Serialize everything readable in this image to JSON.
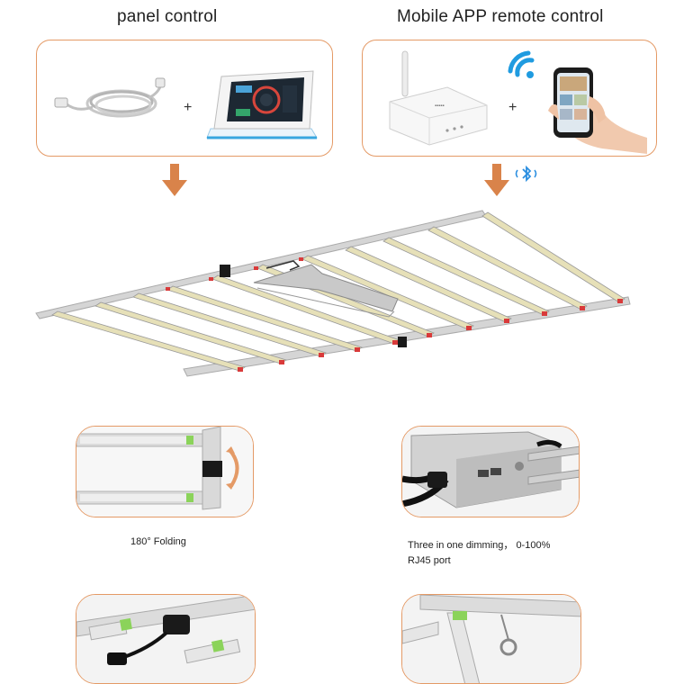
{
  "sections": {
    "left_title": "panel control",
    "right_title": "Mobile APP remote control"
  },
  "plus_symbol": "+",
  "features": [
    {
      "caption": "180° Folding"
    },
    {
      "caption_line1": "Three in one dimming， 0-100%",
      "caption_line2": "RJ45 port"
    }
  ],
  "colors": {
    "accent": "#e49a66",
    "arrow": "#d9834a",
    "bluetooth": "#2a8ee0",
    "led_strip": "#e6e0b8",
    "red_cap": "#d93a3a",
    "green_cap": "#8bd35a"
  },
  "icons": [
    "cable-icon",
    "control-panel-icon",
    "router-icon",
    "wifi-icon",
    "smartphone-icon",
    "bluetooth-icon",
    "arrow-down-icon"
  ]
}
